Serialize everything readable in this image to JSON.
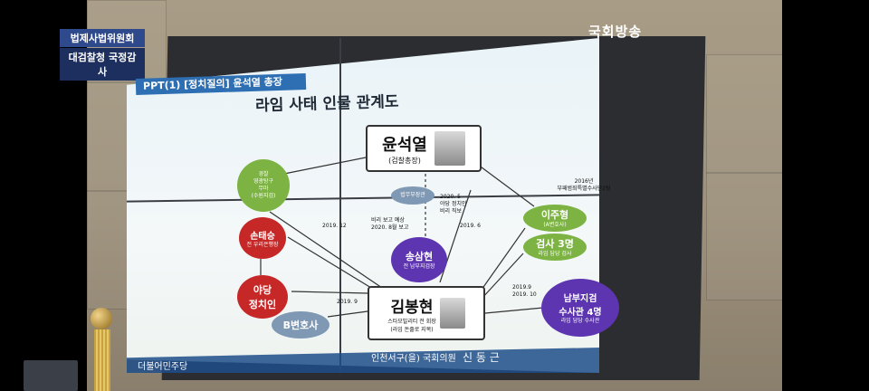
{
  "broadcaster": "국회방송",
  "committee_label": "법제사법위원회",
  "session_label": "대검찰청 국정감사",
  "slide": {
    "header": "PPT(1) [정치질의] 윤석열 총장",
    "title": "라임 사태 인물 관계도",
    "nodes": {
      "yoon": {
        "name": "윤석열",
        "role": "(검찰총장)"
      },
      "police": {
        "line1": "경찰",
        "line2": "영광탕구",
        "line3": "무마",
        "line4": "(수원지검)"
      },
      "son": {
        "name": "손태승",
        "sub": "전 우리은행장"
      },
      "politician": {
        "line1": "야당",
        "line2": "정치인"
      },
      "lawyer_b": {
        "name": "B변호사"
      },
      "kim": {
        "name": "김봉현",
        "role1": "스타모빌리티 전 회장",
        "role2": "(라임 돈줄로 지목)"
      },
      "song": {
        "name": "송삼현",
        "sub": "전 남부지검장"
      },
      "boss": {
        "name": "법무부장관"
      },
      "lee": {
        "name": "이주형",
        "sub": "(A변호사)"
      },
      "prosecutors": {
        "name": "검사 3명",
        "sub": "라임 담당 검사"
      },
      "southern": {
        "line1": "남부지검",
        "line2": "수사관 4명",
        "line3": "라임 담당 수사관"
      },
      "team_2016": {
        "line1": "2016년",
        "line2": "부패범죄특별수사단2팀"
      }
    },
    "annotations": {
      "a1": "2020. 5",
      "a2": "야당 정치인",
      "a3": "비리 직보",
      "a4": "비리 보고 예상",
      "a5": "2020. 8월 보고",
      "a6": "2019. 12",
      "a7": "2019. 9",
      "a8": "2019. 6",
      "a9": "2019. 10",
      "a10": "2019.9"
    }
  },
  "footer": {
    "party": "더불어민주당",
    "member": "인천서구(을) 국회의원",
    "member_name": "신 동 근"
  },
  "colors": {
    "green": "#7cb342",
    "red": "#c62828",
    "purple": "#5e35b1",
    "steel": "#7f98b3",
    "header_blue": "#2e6fb3"
  }
}
